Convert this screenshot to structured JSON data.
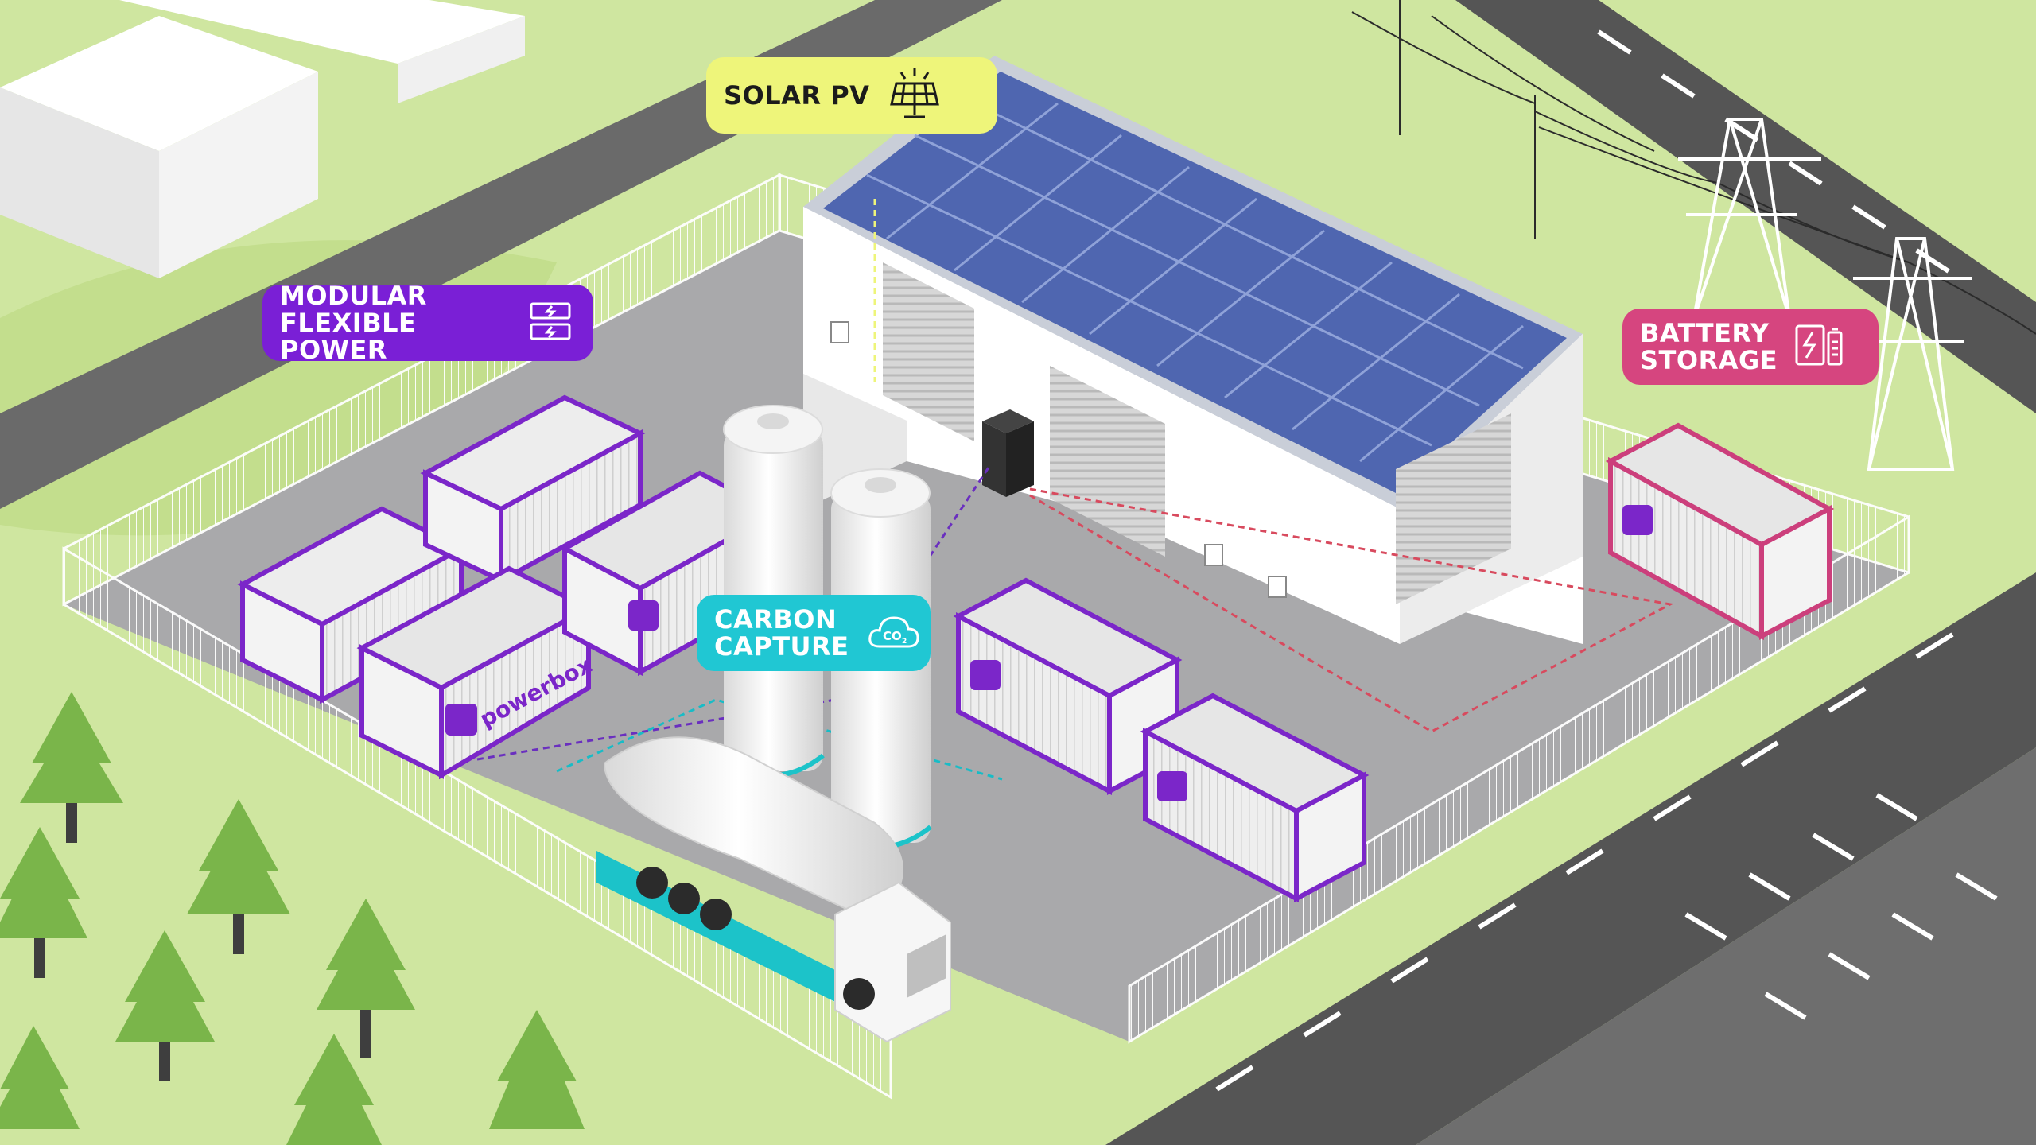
{
  "labels": {
    "solar": {
      "text": "SOLAR PV",
      "bg": "#eef57a",
      "fg": "#1b1b1b",
      "icon": "solar-panel-icon"
    },
    "modular": {
      "text": "MODULAR\nFLEXIBLE POWER",
      "bg": "#7a1fd6",
      "fg": "#ffffff",
      "icon": "power-module-icon"
    },
    "battery": {
      "text": "BATTERY\nSTORAGE",
      "bg": "#d6457f",
      "fg": "#ffffff",
      "icon": "battery-icon"
    },
    "carbon": {
      "text": "CARBON\nCAPTURE",
      "bg": "#20c7d3",
      "fg": "#ffffff",
      "icon": "co2-cloud-icon"
    }
  },
  "container_brand": "powerbox",
  "colors": {
    "grass": "#cfe6a0",
    "road": "#5a5a5a",
    "site": "#a9a9ab",
    "purple": "#7b26c9",
    "pink": "#cc3f7c",
    "teal": "#1cc3c9",
    "solar_panel": "#4f66b0"
  }
}
